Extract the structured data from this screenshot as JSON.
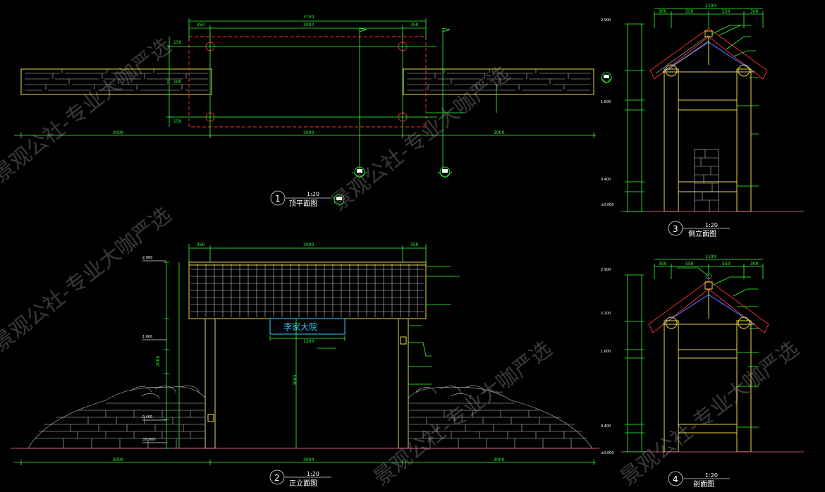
{
  "colors": {
    "background": "#000000",
    "dimension": "#33ff33",
    "frame": "#e8d84a",
    "stone": "#c8c8c8",
    "roof": "#ff3030",
    "title": "#ffffff",
    "sign": "#33ccff"
  },
  "views": {
    "plan": {
      "number": "1",
      "title": "顶平面图",
      "scale": "1:20"
    },
    "front": {
      "number": "2",
      "title": "正立面图",
      "scale": "1:20"
    },
    "side": {
      "number": "3",
      "title": "侧立面图",
      "scale": "1:20"
    },
    "section": {
      "number": "4",
      "title": "剖面图",
      "scale": "1:20"
    }
  },
  "plan_dims": {
    "top_total": "3700",
    "top_left": "350",
    "top_mid": "3000",
    "top_right": "350",
    "bottom_left": "3000",
    "bottom_mid": "3000",
    "bottom_right": "3000",
    "left_a": "150",
    "left_b": "100",
    "left_c": "150"
  },
  "front_dims": {
    "top_left": "350",
    "top_mid": "3000",
    "top_right": "350",
    "sign_width": "1200",
    "bottom_left": "3000",
    "bottom_mid": "3000",
    "bottom_right": "3000",
    "left_total": "2000",
    "height_3043": "3043"
  },
  "side_dims": {
    "top_total": "1100",
    "top_a": "300",
    "top_b": "550",
    "top_c": "550",
    "top_d": "300"
  },
  "levels": {
    "l2900": "2.900",
    "l2200": "2.200",
    "l1600": "1.600",
    "l0400": "0.400",
    "l0000": "±0.000"
  },
  "sign_text": "李家大院",
  "watermarks": [
    "景观公社-专业大咖严选",
    "景观公社-专业大咖严选",
    "景观公社-专业大咖严选",
    "景观公社-专业大咖严选",
    "景观公社-专业大咖严选"
  ]
}
